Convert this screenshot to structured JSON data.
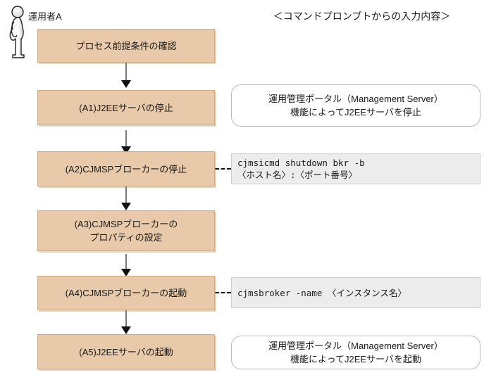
{
  "diagram": {
    "actor": {
      "icon": "person-standing-icon",
      "label": "運用者A"
    },
    "column_header": "＜コマンドプロンプトからの入力内容＞",
    "colors": {
      "process_fill": "#e8c9a9",
      "process_border": "#cfa97f",
      "command_fill": "#ececec",
      "command_border": "#cfcfcf",
      "note_border": "#b9b9b9",
      "connector": "#7a7a7a",
      "arrow": "#111111"
    },
    "steps": [
      {
        "id": "step-0",
        "label": "プロセス前提条件の確認",
        "side": null
      },
      {
        "id": "step-a1",
        "label": "(A1)J2EEサーバの停止",
        "side": {
          "type": "note",
          "lines": [
            "運用管理ポータル（Management Server）",
            "機能によってJ2EEサーバを停止"
          ]
        }
      },
      {
        "id": "step-a2",
        "label": "(A2)CJMSPブローカーの停止",
        "side": {
          "type": "command",
          "lines": [
            "cjmsicmd shutdown bkr -b",
            "〈ホスト名〉:〈ポート番号〉"
          ]
        }
      },
      {
        "id": "step-a3",
        "label": "(A3)CJMSPブローカーの\nプロパティの設定",
        "side": null
      },
      {
        "id": "step-a4",
        "label": "(A4)CJMSPブローカーの起動",
        "side": {
          "type": "command",
          "lines": [
            "cjmsbroker -name 〈インスタンス名〉"
          ]
        }
      },
      {
        "id": "step-a5",
        "label": "(A5)J2EEサーバの起動",
        "side": {
          "type": "note",
          "lines": [
            "運用管理ポータル（Management Server）",
            "機能によってJ2EEサーバを起動"
          ]
        }
      }
    ]
  }
}
